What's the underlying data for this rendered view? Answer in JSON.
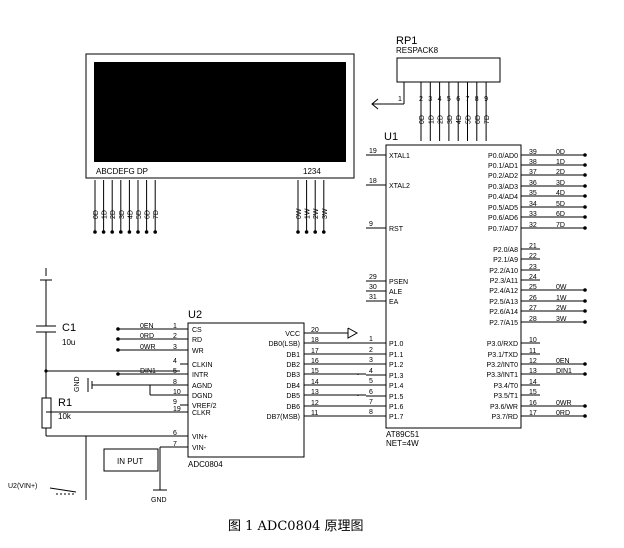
{
  "lcd": {
    "pins_left": "ABCDEFG DP",
    "pins_right": "1234",
    "seg_pins": [
      "0D",
      "1D",
      "2D",
      "3D",
      "4D",
      "5D",
      "6D",
      "7D"
    ],
    "digit_pins": [
      "0W",
      "1W",
      "2W",
      "3W"
    ]
  },
  "rp1": {
    "ref": "RP1",
    "value": "RESPACK8",
    "pin_common": "1",
    "pins": [
      "2",
      "3",
      "4",
      "5",
      "6",
      "7",
      "8",
      "9"
    ],
    "nets": [
      "0D",
      "1D",
      "2D",
      "3D",
      "4D",
      "5D",
      "6D",
      "7D"
    ]
  },
  "u1": {
    "ref": "U1",
    "part": "AT89C51",
    "net": "NET=4W",
    "left_pins": [
      {
        "num": "19",
        "name": "XTAL1"
      },
      {
        "num": "18",
        "name": "XTAL2"
      },
      {
        "num": "9",
        "name": "RST"
      },
      {
        "num": "29",
        "name": "PSEN"
      },
      {
        "num": "30",
        "name": "ALE"
      },
      {
        "num": "31",
        "name": "EA"
      },
      {
        "num": "1",
        "name": "P1.0"
      },
      {
        "num": "2",
        "name": "P1.1"
      },
      {
        "num": "3",
        "name": "P1.2"
      },
      {
        "num": "4",
        "name": "P1.3"
      },
      {
        "num": "5",
        "name": "P1.4"
      },
      {
        "num": "6",
        "name": "P1.5"
      },
      {
        "num": "7",
        "name": "P1.6"
      },
      {
        "num": "8",
        "name": "P1.7"
      }
    ],
    "right_pins": [
      {
        "num": "39",
        "name": "P0.0/AD0",
        "net": "0D"
      },
      {
        "num": "38",
        "name": "P0.1/AD1",
        "net": "1D"
      },
      {
        "num": "37",
        "name": "P0.2/AD2",
        "net": "2D"
      },
      {
        "num": "36",
        "name": "P0.3/AD3",
        "net": "3D"
      },
      {
        "num": "35",
        "name": "P0.4/AD4",
        "net": "4D"
      },
      {
        "num": "34",
        "name": "P0.5/AD5",
        "net": "5D"
      },
      {
        "num": "33",
        "name": "P0.6/AD6",
        "net": "6D"
      },
      {
        "num": "32",
        "name": "P0.7/AD7",
        "net": "7D"
      },
      {
        "num": "21",
        "name": "P2.0/A8",
        "net": ""
      },
      {
        "num": "22",
        "name": "P2.1/A9",
        "net": ""
      },
      {
        "num": "23",
        "name": "P2.2/A10",
        "net": ""
      },
      {
        "num": "24",
        "name": "P2.3/A11",
        "net": ""
      },
      {
        "num": "25",
        "name": "P2.4/A12",
        "net": "0W"
      },
      {
        "num": "26",
        "name": "P2.5/A13",
        "net": "1W"
      },
      {
        "num": "27",
        "name": "P2.6/A14",
        "net": "2W"
      },
      {
        "num": "28",
        "name": "P2.7/A15",
        "net": "3W"
      },
      {
        "num": "10",
        "name": "P3.0/RXD",
        "net": ""
      },
      {
        "num": "11",
        "name": "P3.1/TXD",
        "net": ""
      },
      {
        "num": "12",
        "name": "P3.2/INT0",
        "net": "0EN"
      },
      {
        "num": "13",
        "name": "P3.3/INT1",
        "net": "DIN1"
      },
      {
        "num": "14",
        "name": "P3.4/T0",
        "net": ""
      },
      {
        "num": "15",
        "name": "P3.5/T1",
        "net": ""
      },
      {
        "num": "16",
        "name": "P3.6/WR",
        "net": "0WR"
      },
      {
        "num": "17",
        "name": "P3.7/RD",
        "net": "0RD"
      }
    ]
  },
  "u2": {
    "ref": "U2",
    "part": "ADC0804",
    "left_pins": [
      {
        "num": "1",
        "name": "CS",
        "net": "0EN"
      },
      {
        "num": "2",
        "name": "RD",
        "net": "0RD"
      },
      {
        "num": "3",
        "name": "WR",
        "net": "0WR"
      },
      {
        "num": "4",
        "name": "CLKIN",
        "net": ""
      },
      {
        "num": "5",
        "name": "INTR",
        "net": "DIN1"
      },
      {
        "num": "8",
        "name": "AGND",
        "net": ""
      },
      {
        "num": "10",
        "name": "DGND",
        "net": ""
      },
      {
        "num": "9",
        "name": "VREF/2",
        "net": ""
      },
      {
        "num": "19",
        "name": "CLKR",
        "net": ""
      },
      {
        "num": "6",
        "name": "VIN+",
        "net": ""
      },
      {
        "num": "7",
        "name": "VIN-",
        "net": ""
      }
    ],
    "right_pins": [
      {
        "num": "20",
        "name": "VCC"
      },
      {
        "num": "18",
        "name": "DB0(LSB)"
      },
      {
        "num": "17",
        "name": "DB1"
      },
      {
        "num": "16",
        "name": "DB2"
      },
      {
        "num": "15",
        "name": "DB3"
      },
      {
        "num": "14",
        "name": "DB4"
      },
      {
        "num": "13",
        "name": "DB5"
      },
      {
        "num": "12",
        "name": "DB6"
      },
      {
        "num": "11",
        "name": "DB7(MSB)"
      }
    ]
  },
  "c1": {
    "ref": "C1",
    "value": "10u"
  },
  "r1": {
    "ref": "R1",
    "value": "10k"
  },
  "gnd_label": "GND",
  "gnd_bottom": "GND",
  "input_box": "IN PUT",
  "u2vin": "U2(VIN+)",
  "caption": "图   1    ADC0804 原理图"
}
